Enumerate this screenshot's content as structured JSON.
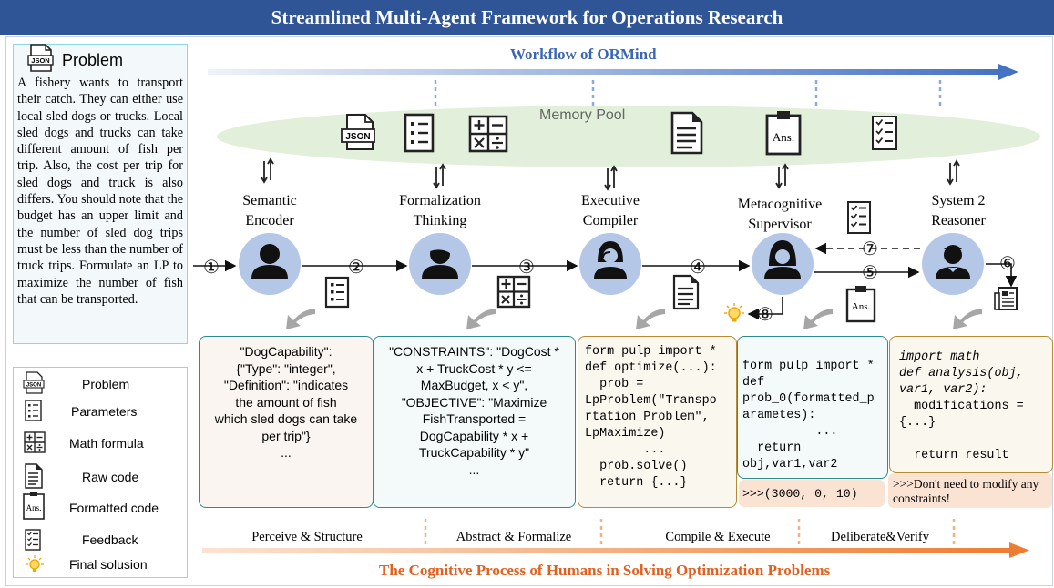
{
  "banner": {
    "title": "Streamlined Multi-Agent Framework for Operations Research"
  },
  "problem": {
    "icon_text": "JSON",
    "title": "Problem",
    "text": "A fishery wants to transport their catch. They can either use local sled dogs or trucks. Local sled dogs and trucks can take different amount of fish per trip. Also, the cost per trip for sled dogs and truck is also differs. You should note that the budget has an upper limit and the number of sled dog trips must be less than the number of truck trips. Formulate an LP to maximize the number of fish that can be transported."
  },
  "legend": {
    "items": [
      {
        "label": "Problem",
        "icon": "json-file-icon",
        "icon_text": "JSON"
      },
      {
        "label": "Parameters",
        "icon": "parameter-list-icon"
      },
      {
        "label": "Math formula",
        "icon": "math-formula-icon"
      },
      {
        "label": "Raw code",
        "icon": "raw-code-icon"
      },
      {
        "label": "Formatted code",
        "icon": "formatted-code-icon",
        "icon_text": "Ans."
      },
      {
        "label": "Feedback",
        "icon": "feedback-icon"
      },
      {
        "label": "Final solusion",
        "icon": "lightbulb-icon"
      }
    ]
  },
  "workflow": {
    "title": "Workflow of ORMind"
  },
  "memory_pool": {
    "title": "Memory Pool",
    "ans_text": "Ans.",
    "json_text": "JSON"
  },
  "agents": [
    {
      "line1": "Semantic",
      "line2": "Encoder"
    },
    {
      "line1": "Formalization",
      "line2": "Thinking"
    },
    {
      "line1": "Executive",
      "line2": "Compiler"
    },
    {
      "line1": "Metacognitive",
      "line2": "Supervisor"
    },
    {
      "line1": "System 2",
      "line2": "Reasoner"
    }
  ],
  "step_numbers": [
    "①",
    "②",
    "③",
    "④",
    "⑤",
    "⑥",
    "⑦",
    "⑧"
  ],
  "ans_icon_text": "Ans.",
  "panels": {
    "p1": [
      "\"DogCapability\":",
      "{\"Type\": \"integer\",",
      "\"Definition\": \"indicates",
      "the amount of fish",
      "which sled dogs can take",
      "per trip\"}",
      "..."
    ],
    "p2": [
      "\"CONSTRAINTS\": \"DogCost *",
      "x + TruckCost * y <=",
      "MaxBudget, x < y\",",
      "\"OBJECTIVE\": \"Maximize",
      "FishTransported =",
      "DogCapability * x +",
      "TruckCapability * y\"",
      "..."
    ],
    "p3": [
      "form pulp import *",
      "def optimize(...):",
      "  prob =",
      "LpProblem(\"Transpo",
      "rtation_Problem\",",
      "LpMaximize)",
      "        ...",
      "  prob.solve()",
      "  return {...}"
    ],
    "p4": [
      "form pulp import *",
      "def",
      "prob_0(formatted_p",
      "arametes):",
      "          ...",
      "  return",
      "obj,var1,var2"
    ],
    "p4_output": ">>>(3000, 0, 10)",
    "p5": [
      "import math",
      "def analysis(obj,",
      "var1, var2):",
      "  modifications =",
      "{...}",
      "",
      "  return result"
    ],
    "p5_output": ">>>Don't need to modify any constraints!"
  },
  "steps": [
    "Perceive & Structure",
    "Abstract & Formalize",
    "Compile & Execute",
    "Deliberate&Verify"
  ],
  "bottom": {
    "title": "The Cognitive Process of Humans in Solving Optimization Problems"
  },
  "colors": {
    "banner": "#2f5597",
    "agent": "#b4c7e7",
    "memory": "#e2efda",
    "orange": "#ed7d31",
    "teal": "#2e8b8b"
  }
}
